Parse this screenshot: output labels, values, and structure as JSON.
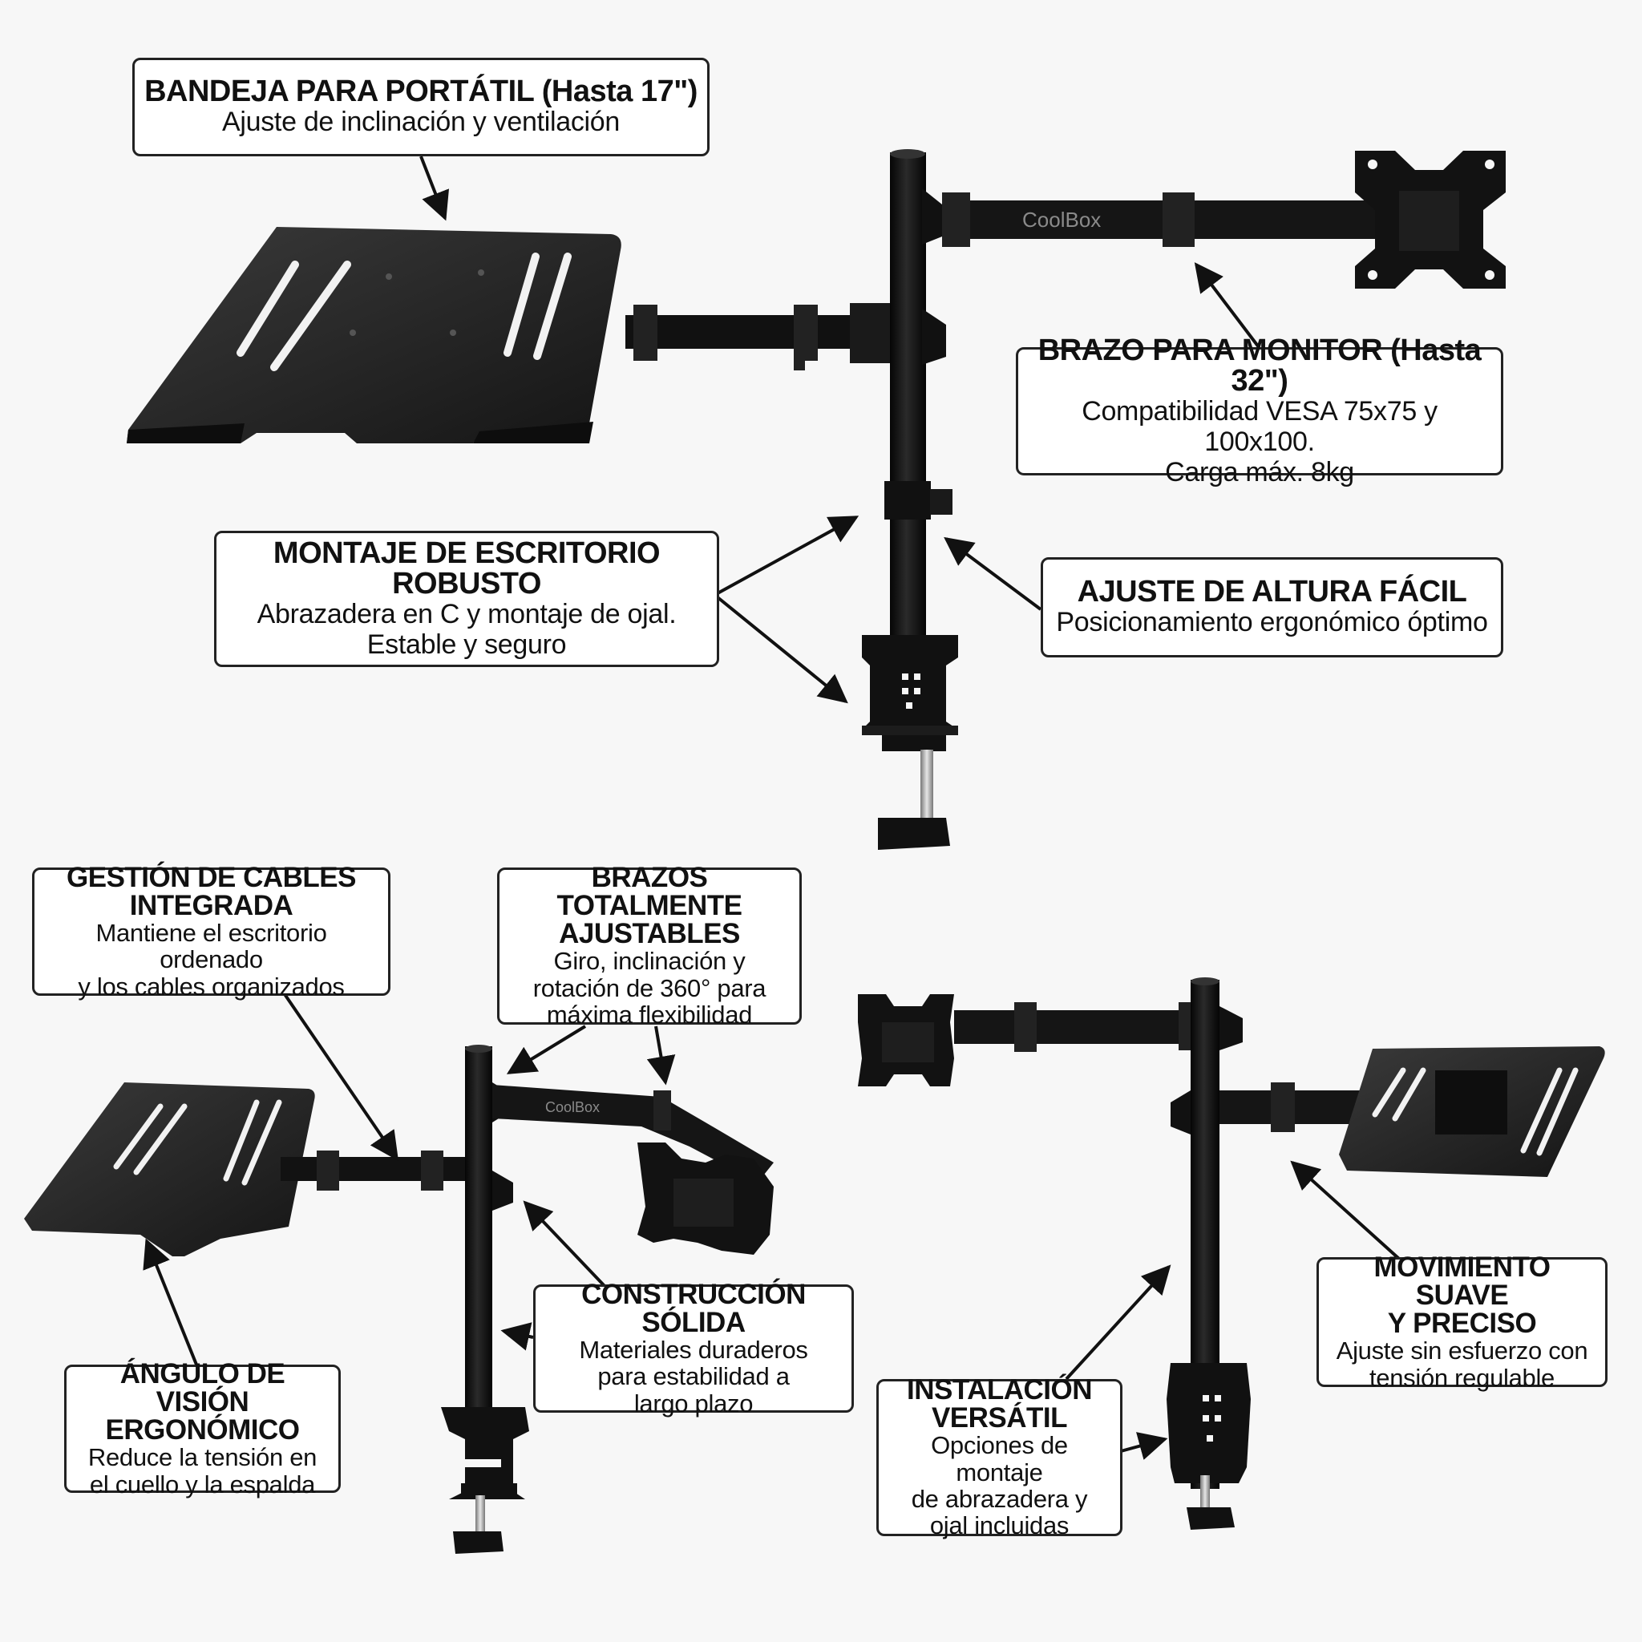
{
  "colors": {
    "metal": "#121212",
    "metal_highlight": "#3a3a3a",
    "chrome": "#bcbcbc",
    "frame": "#222222",
    "background": "#f7f7f7"
  },
  "brand": "CoolBox",
  "callouts": {
    "bandeja": {
      "title": "BANDEJA PARA PORTÁTIL (Hasta 17\")",
      "desc": [
        "Ajuste de inclinación y ventilación"
      ]
    },
    "brazo_monitor": {
      "title": "BRAZO PARA MONITOR (Hasta 32\")",
      "desc": [
        "Compatibilidad VESA 75x75 y 100x100.",
        "Carga máx. 8kg"
      ]
    },
    "montaje": {
      "title": "MONTAJE DE ESCRITORIO ROBUSTO",
      "desc": [
        "Abrazadera en C y montaje de ojal.",
        "Estable y seguro"
      ]
    },
    "altura": {
      "title": "AJUSTE DE ALTURA FÁCIL",
      "desc": [
        "Posicionamiento ergonómico óptimo"
      ]
    },
    "cables": {
      "title": [
        "GESTIÓN DE CABLES",
        "INTEGRADA"
      ],
      "desc": [
        "Mantiene el escritorio ordenado",
        "y los cables organizados"
      ]
    },
    "brazos": {
      "title": [
        "BRAZOS TOTALMENTE",
        "AJUSTABLES"
      ],
      "desc": [
        "Giro, inclinación y",
        "rotación de 360° para",
        "máxima flexibilidad"
      ]
    },
    "angulo": {
      "title": [
        "ÁNGULO DE VISIÓN",
        "ERGONÓMICO"
      ],
      "desc": [
        "Reduce la tensión en",
        "el cuello y la espalda"
      ]
    },
    "construccion": {
      "title": [
        "CONSTRUCCIÓN SÓLIDA"
      ],
      "desc": [
        "Materiales duraderos",
        "para estabilidad a",
        "largo plazo"
      ]
    },
    "instalacion": {
      "title": [
        "INSTALACIÓN",
        "VERSÁTIL"
      ],
      "desc": [
        "Opciones de montaje",
        "de abrazadera y",
        "ojal incluidas"
      ]
    },
    "movimiento": {
      "title": [
        "MOVIMIENTO SUAVE",
        "Y PRECISO"
      ],
      "desc": [
        "Ajuste sin esfuerzo con",
        "tensión regulable"
      ]
    }
  }
}
